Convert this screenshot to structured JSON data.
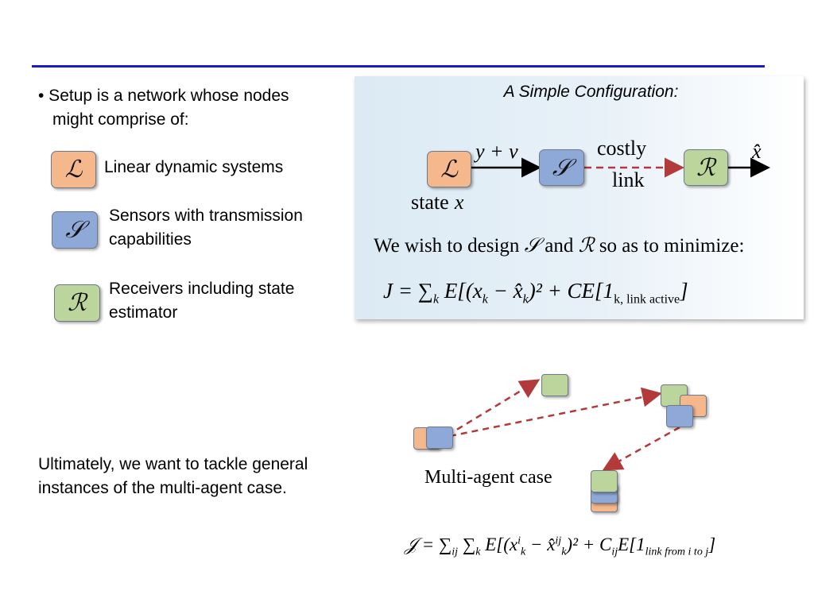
{
  "slide": {
    "bullet": {
      "line1": "• Setup is a network whose nodes",
      "line2": "might comprise of:"
    },
    "legend": [
      {
        "symbol": "ℒ",
        "text": "Linear dynamic systems"
      },
      {
        "symbol": "𝒮",
        "text_line1": "Sensors with transmission",
        "text_line2": "capabilities"
      },
      {
        "symbol": "ℛ",
        "text_line1": "Receivers including state",
        "text_line2": "estimator"
      }
    ],
    "panel": {
      "title": "A Simple Configuration:",
      "node_L": "ℒ",
      "node_S": "𝒮",
      "node_R": "ℛ",
      "edge_label": "y + v",
      "output_label": "x̂",
      "costly": "costly",
      "link": "link",
      "state_word": "state",
      "state_var": "x",
      "wish_sentence": {
        "prefix": "We wish to design ",
        "S": "𝒮",
        "and": " and ",
        "R": "ℛ",
        "suffix": " so as to minimize:"
      },
      "formula": {
        "lhs": "J = ∑",
        "sum_sub": "k",
        "term1": " E[(x",
        "x_sub": "k",
        "minus": " − x̂",
        "xhat_sub": "k",
        "sq": ")² + CE[1",
        "ind_sub": "k, link active",
        "close": "]"
      }
    },
    "bottom_text": {
      "line1": "Ultimately, we want to tackle general",
      "line2": "instances of the multi-agent case."
    },
    "multi_agent": {
      "label": "Multi-agent case",
      "formula": {
        "lhs": "𝒥 = ∑",
        "sub1": "ij",
        "sum2": " ∑",
        "sub2": "k",
        "e": " E[(x",
        "x_sup": "i",
        "x_sub": "k",
        "minus": " − x̂",
        "xh_sup": "ij",
        "xh_sub": "k",
        "sq": ")² + C",
        "c_sub": "ij",
        "e2": "E[1",
        "ind_sub": "link from i to j",
        "close": "]"
      }
    },
    "colors": {
      "rule": "#1a1acd",
      "orange": "#f5b78c",
      "blue": "#8ea9d8",
      "green": "#bcd59c",
      "dashed_arrow": "#b23a3a"
    }
  }
}
